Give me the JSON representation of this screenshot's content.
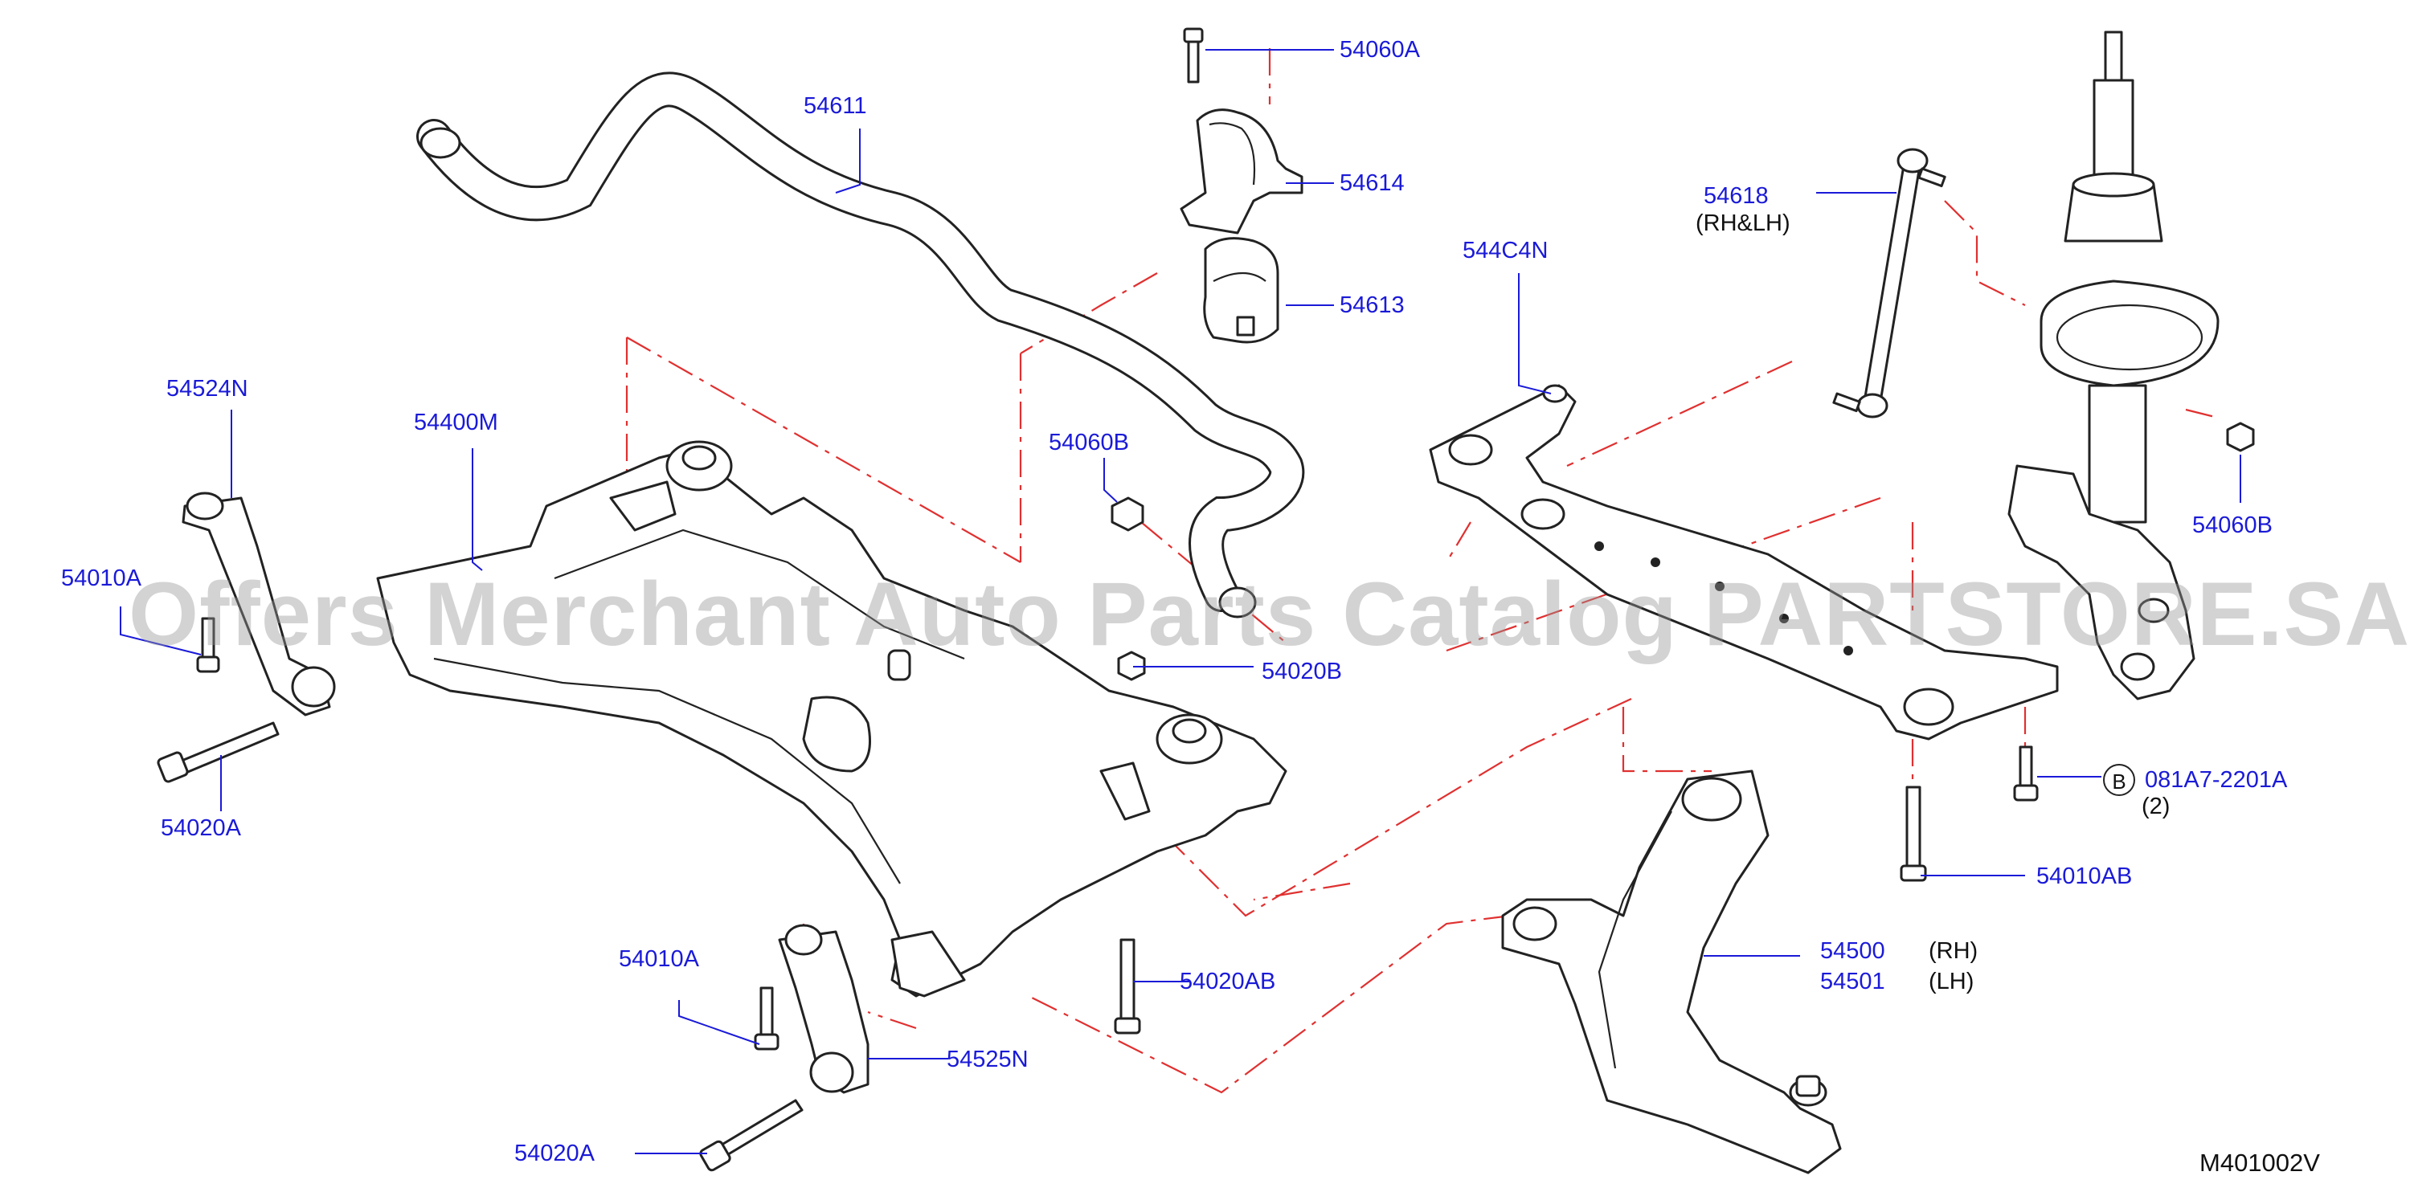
{
  "labels": {
    "l54060A": "54060A",
    "l54611": "54611",
    "l54614": "54614",
    "l54613": "54613",
    "l54618": "54618",
    "l54618_note": "(RH&LH)",
    "l544C4N": "544C4N",
    "l54524N": "54524N",
    "l54400M": "54400M",
    "l54060B_left": "54060B",
    "l54060B_right": "54060B",
    "l54010A_left": "54010A",
    "l54020B": "54020B",
    "l54020A_left": "54020A",
    "l081A7": "081A7-2201A",
    "l081A7_qty": "(2)",
    "l081A7_ref": "B",
    "l54010AB": "54010AB",
    "l54500": "54500",
    "l54500_side": "(RH)",
    "l54501": "54501",
    "l54501_side": "(LH)",
    "l54020AB": "54020AB",
    "l54010A_lower": "54010A",
    "l54525N": "54525N",
    "l54020A_lower": "54020A",
    "diagram_code": "M401002V"
  },
  "watermark": "Offers Merchant Auto Parts Catalog PARTSTORE.SA",
  "colors": {
    "label": "#1a1ad8",
    "leader": "#1a1ad8",
    "dashed_line": "#e03030",
    "part_outline": "#222222",
    "watermark": "#969696"
  }
}
